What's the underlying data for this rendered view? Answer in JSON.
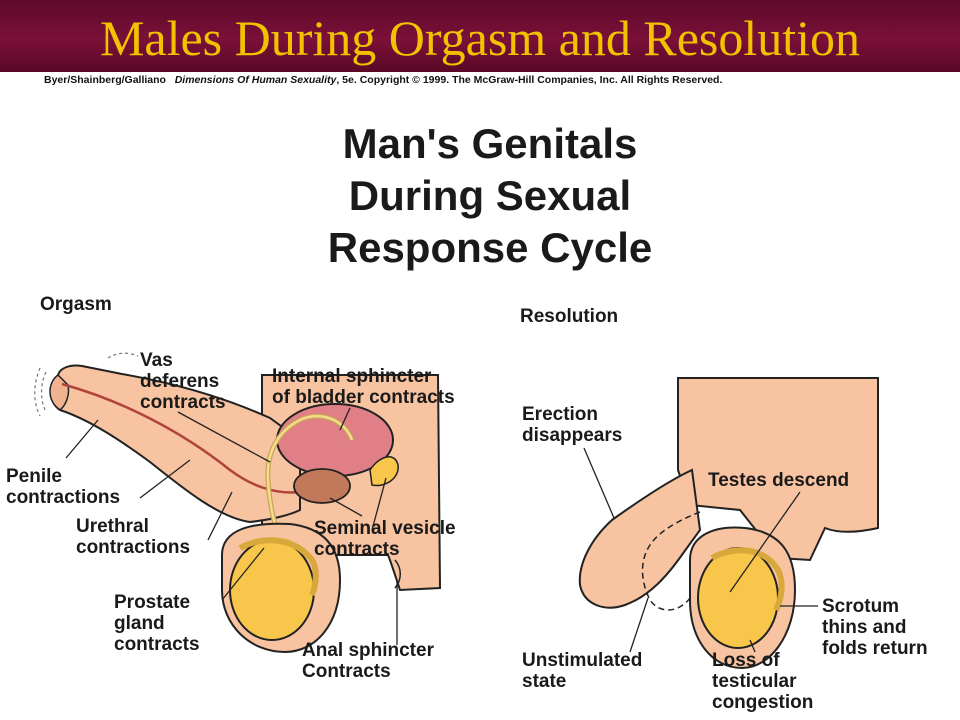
{
  "slide": {
    "title": "Males During Orgasm and Resolution"
  },
  "credit": {
    "authors": "Byer/Shainberg/Galliano",
    "book": "Dimensions Of Human Sexuality",
    "rest": ", 5e. Copyright © 1999. The McGraw-Hill Companies, Inc. All Rights Reserved."
  },
  "figure": {
    "title_lines": [
      "Man's Genitals",
      "During Sexual",
      "Response Cycle"
    ],
    "orgasm": {
      "heading": "Orgasm",
      "labels": {
        "vas": [
          "Vas",
          "deferens",
          "contracts"
        ],
        "sphincter": [
          "Internal sphincter",
          "of bladder contracts"
        ],
        "penile": [
          "Penile",
          "contractions"
        ],
        "urethral": [
          "Urethral",
          "contractions"
        ],
        "seminal": [
          "Seminal vesicle",
          "contracts"
        ],
        "prostate": [
          "Prostate",
          "gland",
          "contracts"
        ],
        "anal": [
          "Anal sphincter",
          "Contracts"
        ]
      }
    },
    "resolution": {
      "heading": "Resolution",
      "labels": {
        "erection": [
          "Erection",
          "disappears"
        ],
        "testes": [
          "Testes descend"
        ],
        "scrotum": [
          "Scrotum",
          "thins and",
          "folds return"
        ],
        "unstimulated": [
          "Unstimulated",
          "state"
        ],
        "loss": [
          "Loss of",
          "testicular",
          "congestion"
        ]
      }
    }
  },
  "colors": {
    "banner": "#7a1038",
    "title": "#f2c200",
    "skin": "#f7c3a1",
    "testis": "#f7c64a",
    "bladder": "#e07f85",
    "prostate": "#c2795a",
    "outline": "#222222"
  }
}
